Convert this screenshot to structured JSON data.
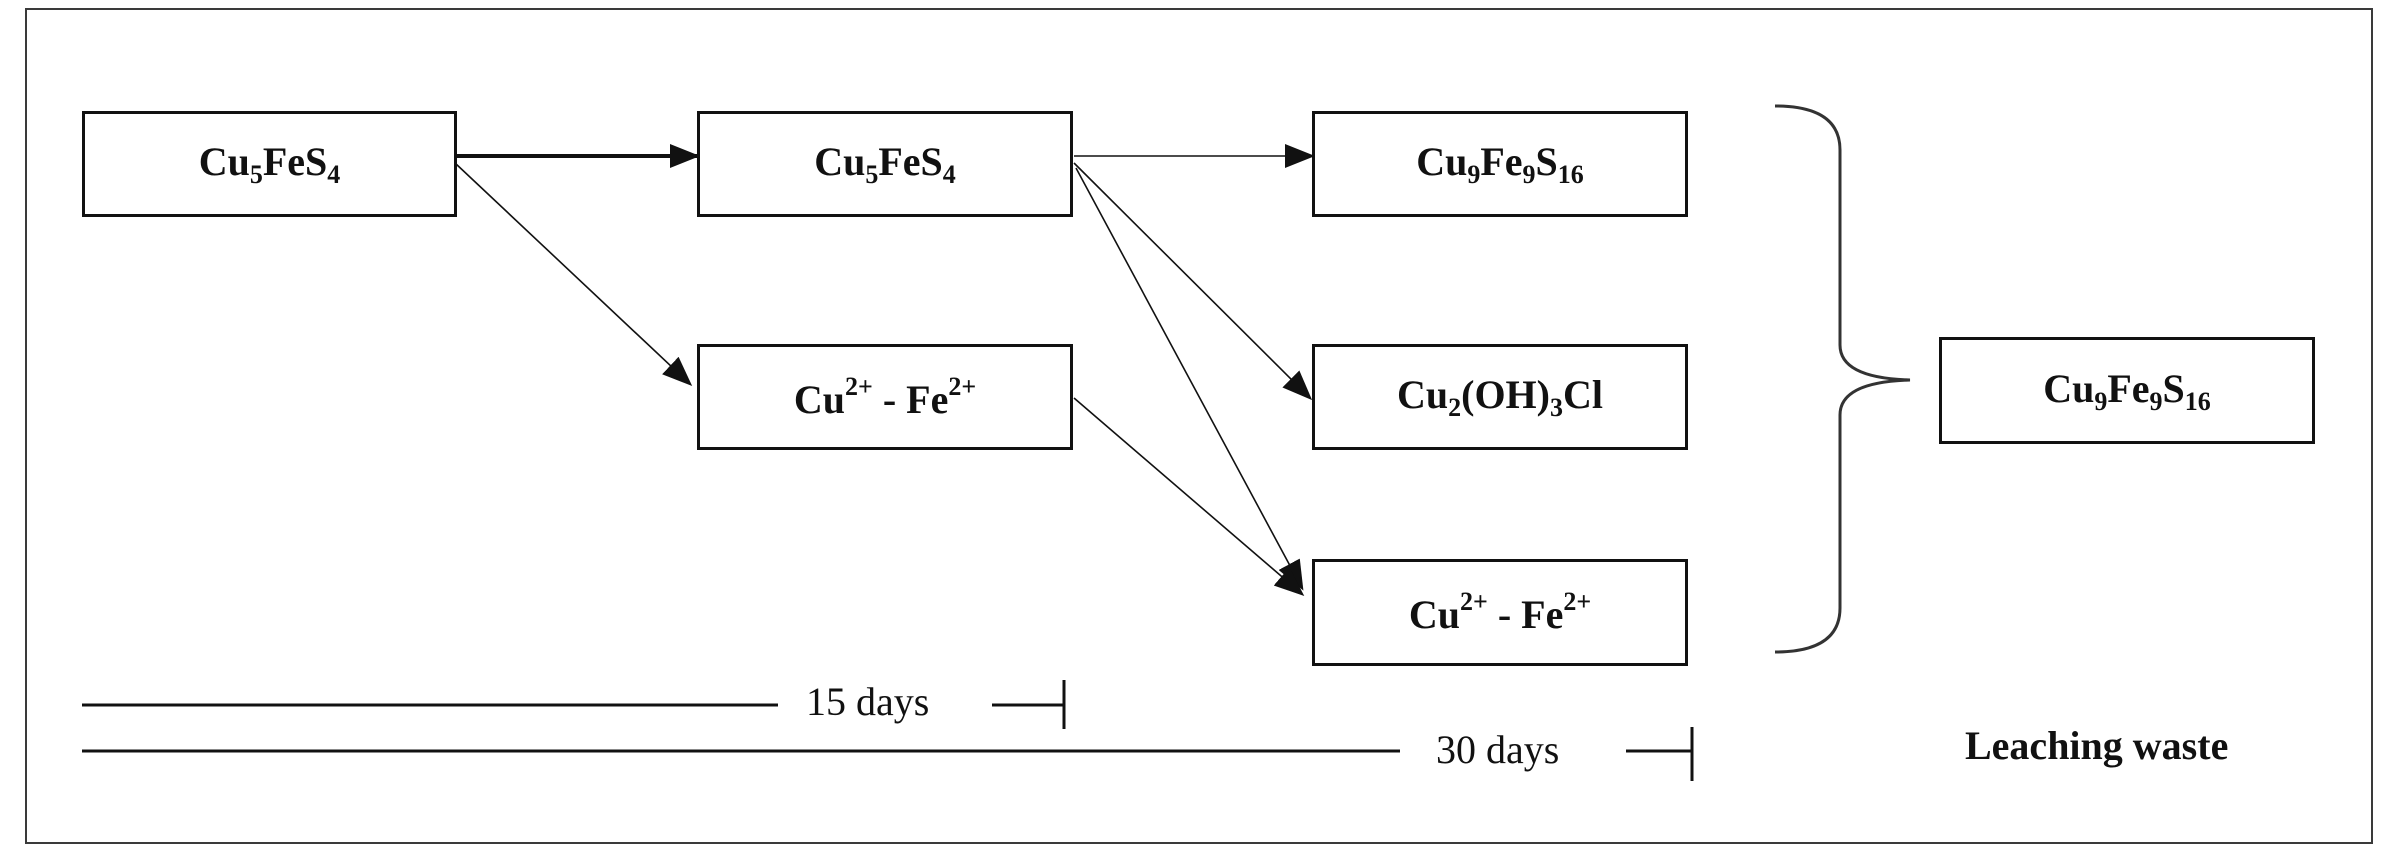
{
  "diagram": {
    "nodes": [
      {
        "id": "start",
        "parts": [
          [
            "Cu",
            ""
          ],
          [
            "5",
            "sub"
          ],
          [
            "FeS",
            ""
          ],
          [
            "4",
            "sub"
          ]
        ]
      },
      {
        "id": "mid-solid",
        "parts": [
          [
            "Cu",
            ""
          ],
          [
            "5",
            "sub"
          ],
          [
            "FeS",
            ""
          ],
          [
            "4",
            "sub"
          ]
        ]
      },
      {
        "id": "mid-ions",
        "parts": [
          [
            "Cu",
            ""
          ],
          [
            "2+",
            "sup"
          ],
          [
            " - Fe",
            ""
          ],
          [
            "2+",
            "sup"
          ]
        ]
      },
      {
        "id": "end-solid",
        "parts": [
          [
            "Cu",
            ""
          ],
          [
            "9",
            "sub"
          ],
          [
            "Fe",
            ""
          ],
          [
            "9",
            "sub"
          ],
          [
            "S",
            ""
          ],
          [
            "16",
            "sub"
          ]
        ]
      },
      {
        "id": "end-chloride",
        "parts": [
          [
            "Cu",
            ""
          ],
          [
            "2",
            "sub"
          ],
          [
            "(OH)",
            ""
          ],
          [
            "3",
            "sub"
          ],
          [
            "Cl",
            ""
          ]
        ]
      },
      {
        "id": "end-ions",
        "parts": [
          [
            "Cu",
            ""
          ],
          [
            "2+",
            "sup"
          ],
          [
            " - Fe",
            ""
          ],
          [
            "2+",
            "sup"
          ]
        ]
      },
      {
        "id": "waste",
        "parts": [
          [
            "Cu",
            ""
          ],
          [
            "9",
            "sub"
          ],
          [
            "Fe",
            ""
          ],
          [
            "9",
            "sub"
          ],
          [
            "S",
            ""
          ],
          [
            "16",
            "sub"
          ]
        ]
      }
    ],
    "edges": [
      {
        "from": "start",
        "to": "mid-solid"
      },
      {
        "from": "start",
        "to": "mid-ions"
      },
      {
        "from": "mid-solid",
        "to": "end-solid"
      },
      {
        "from": "mid-solid",
        "to": "end-chloride"
      },
      {
        "from": "mid-solid",
        "to": "end-ions"
      },
      {
        "from": "mid-ions",
        "to": "end-ions"
      }
    ],
    "timeline": {
      "label_15": "15 days",
      "label_30": "30 days"
    },
    "waste_label": "Leaching waste"
  }
}
